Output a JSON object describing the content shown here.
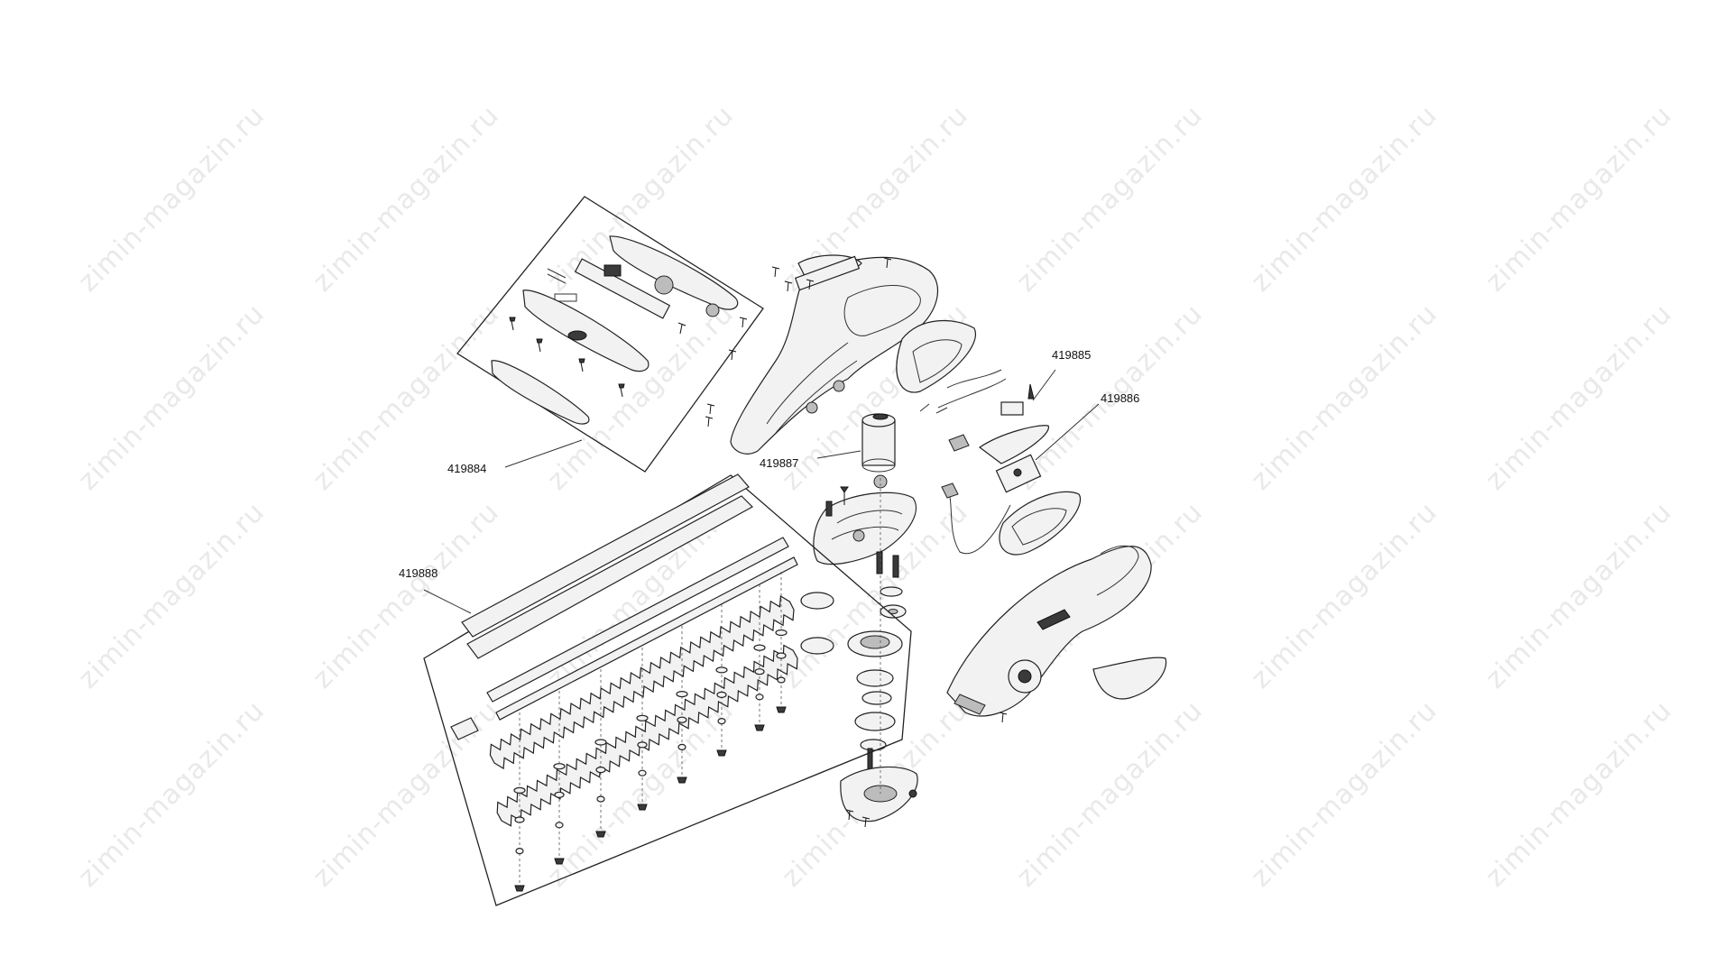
{
  "watermark": {
    "text": "zimin-magazin.ru",
    "color": "#e9e9e9"
  },
  "part_labels": [
    {
      "id": "419884",
      "text": "419884"
    },
    {
      "id": "419885",
      "text": "419885"
    },
    {
      "id": "419886",
      "text": "419886"
    },
    {
      "id": "419887",
      "text": "419887"
    },
    {
      "id": "419888",
      "text": "419888"
    }
  ],
  "colors": {
    "background": "#ffffff",
    "line": "#222222",
    "label": "#111111"
  }
}
